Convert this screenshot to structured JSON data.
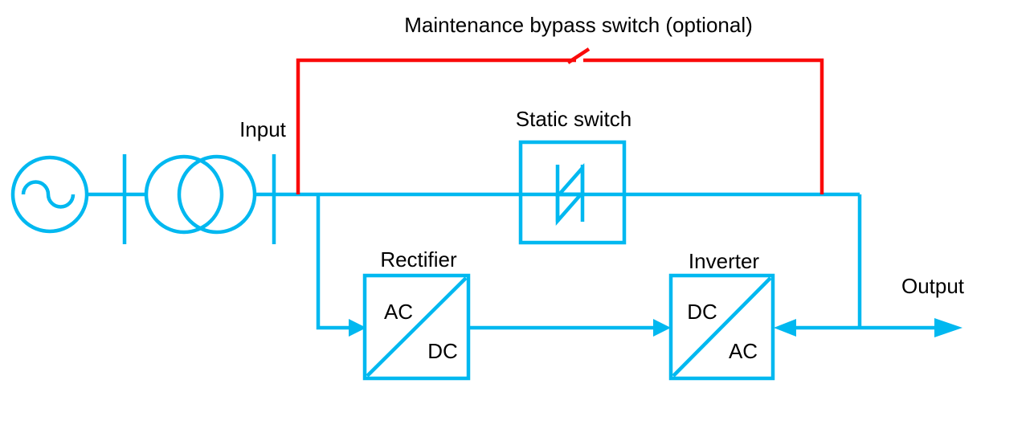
{
  "diagram": {
    "title": "Maintenance bypass switch (optional)",
    "colors": {
      "line": "#00b8f0",
      "bypass": "#fa0a0a",
      "text": "#000000",
      "background": "#ffffff"
    },
    "input_label": "Input",
    "output_label": "Output",
    "static_switch": {
      "label": "Static switch"
    },
    "rectifier": {
      "label": "Rectifier",
      "input": "AC",
      "output": "DC"
    },
    "inverter": {
      "label": "Inverter",
      "input": "DC",
      "output": "AC"
    }
  }
}
